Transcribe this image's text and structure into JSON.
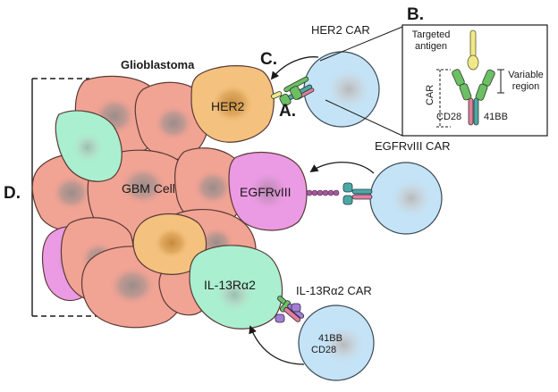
{
  "panel_labels": {
    "a": "A.",
    "b": "B.",
    "c": "C.",
    "d": "D."
  },
  "tumor": {
    "title": "Glioblastoma",
    "cell_label": "GBM Cell"
  },
  "antigens": {
    "her2": "HER2",
    "egfrviii": "EGFRvIII",
    "il13": "IL-13Rα2"
  },
  "car_titles": {
    "her2": "HER2 CAR",
    "egfrviii": "EGFRvIII CAR",
    "il13": "IL-13Rα2 CAR"
  },
  "inset": {
    "targeted_antigen": "Targeted antigen",
    "variable_region": "Variable region",
    "car": "CAR",
    "cd28": "CD28",
    "bb41": "41BB"
  },
  "il13_car_domains": {
    "bb41": "41BB",
    "cd28": "CD28"
  },
  "colors": {
    "gbm_cell": "#f1a394",
    "her2_cell": "#f4c27e",
    "egfr_cell": "#eb9ae4",
    "il13_cell": "#a9efd0",
    "t_cell": "#c4e3f6",
    "scfv_green": "#6dbf63",
    "cd28_pink": "#e47c9e",
    "bb41_teal": "#4da8a5",
    "il13_purple": "#a27ed6",
    "antigen_yellow": "#efe98a"
  }
}
